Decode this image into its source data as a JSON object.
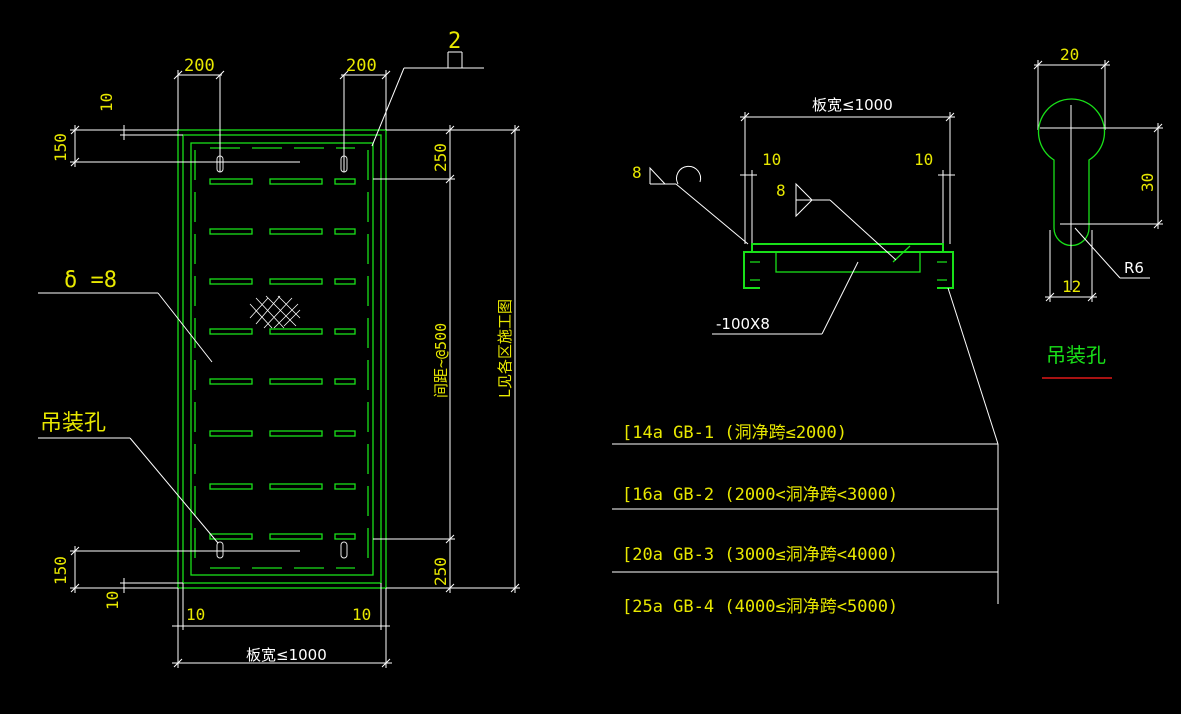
{
  "plan": {
    "top_dim_left": "200",
    "top_dim_right": "200",
    "weld_number": "2",
    "dim_10_top": "10",
    "dim_150_top": "150",
    "dim_250_top": "250",
    "thickness_label": "δ =8",
    "spacing_label": "间距~@500",
    "length_label": "L见各区施工图",
    "hoist_hole_label": "吊装孔",
    "dim_250_bottom": "250",
    "dim_150_bottom": "150",
    "dim_10_bottom": "10",
    "dim_10_left": "10",
    "dim_10_right": "10",
    "plate_width_label": "板宽≤1000"
  },
  "section": {
    "plate_width_label": "板宽≤1000",
    "dim_10_left": "10",
    "dim_10_right": "10",
    "weld_left": "8",
    "weld_mid": "8",
    "flat_bar_label": "-100X8",
    "channels": [
      {
        "label": "[14a GB-1 (洞净跨≤2000)"
      },
      {
        "label": "[16a GB-2 (2000<洞净跨<3000)"
      },
      {
        "label": "[20a GB-3 (3000≤洞净跨<4000)"
      },
      {
        "label": "[25a GB-4 (4000≤洞净跨<5000)"
      }
    ]
  },
  "hole_detail": {
    "dim_20": "20",
    "dim_30": "30",
    "dim_12": "12",
    "radius": "R6",
    "title": "吊装孔"
  },
  "colors": {
    "dimension": "#ffffff",
    "steel": "#19e019",
    "text": "#e8e800",
    "underline": "#e01919"
  }
}
